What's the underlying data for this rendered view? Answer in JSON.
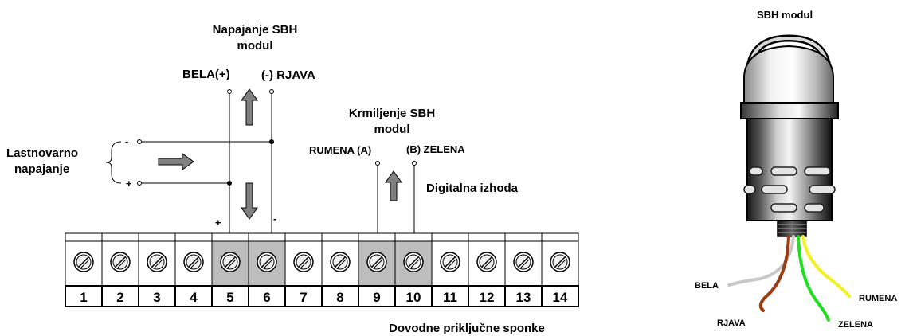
{
  "wiring": {
    "power_title": [
      "Napajanje SBH",
      "modul"
    ],
    "power_pos_label": "BELA(+)",
    "power_neg_label": "(-) RJAVA",
    "control_title": [
      "Krmiljenje SBH",
      "modul"
    ],
    "control_a_label": "RUMENA (A)",
    "control_b_label": "(B) ZELENA",
    "digital_outputs_label": "Digitalna izhoda",
    "own_supply_label": [
      "Lastnovarno",
      "napajanje"
    ],
    "supply_minus": "-",
    "supply_plus": "+",
    "terminal_plus": "+",
    "terminal_minus": "-",
    "terminals_caption": "Dovodne priključne sponke",
    "terminals": [
      "1",
      "2",
      "3",
      "4",
      "5",
      "6",
      "7",
      "8",
      "9",
      "10",
      "11",
      "12",
      "13",
      "14"
    ],
    "highlighted_terminals": [
      "5",
      "6",
      "9",
      "10"
    ]
  },
  "module": {
    "title": "SBH modul",
    "wires": [
      {
        "label": "BELA",
        "color": "#c8c8c8"
      },
      {
        "label": "RJAVA",
        "color": "#9a3b12"
      },
      {
        "label": "ZELENA",
        "color": "#22dd22"
      },
      {
        "label": "RUMENA",
        "color": "#f2f222"
      }
    ]
  },
  "colors": {
    "highlight": "#bdbdbd",
    "arrow": "#808080"
  }
}
